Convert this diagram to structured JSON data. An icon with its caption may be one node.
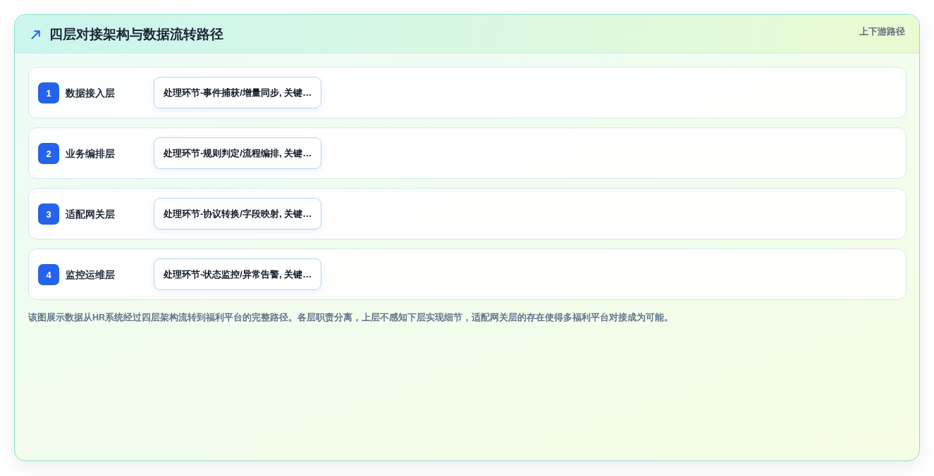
{
  "diagram": {
    "title": "四层对接架构与数据流转路径",
    "nodes": [
      {
        "text": [
          "数据接入层"
        ]
      },
      {
        "text": [
          "1"
        ],
        "in": 0
      },
      {
        "text": [
          "处理环节-事件捕获/增量同步, 关键…"
        ],
        "in": 0
      },
      {
        "text": [
          "业务编排层"
        ]
      },
      {
        "text": [
          "2"
        ],
        "in": 3
      },
      {
        "text": [
          "处理环节-规则判定/流程编排, 关键…"
        ],
        "in": 3
      },
      {
        "text": [
          "适配网关层"
        ]
      },
      {
        "text": [
          "3"
        ],
        "in": 6
      },
      {
        "text": [
          "处理环节-协议转换/字段映射, 关键…"
        ],
        "in": 6
      },
      {
        "text": [
          "监控运维层"
        ]
      },
      {
        "text": [
          "4"
        ],
        "in": 9
      },
      {
        "text": [
          "处理环节-状态监控/异常告警, 关键…"
        ],
        "in": 9
      }
    ],
    "labels": [
      "上下游路径"
    ],
    "caption": "该图展示数据从HR系统经过四层架构流转到福利平台的完整路径。各层职责分离，上层不感知下层实现细节，适配网关层的存在使得多福利平台对接成为可能。"
  }
}
